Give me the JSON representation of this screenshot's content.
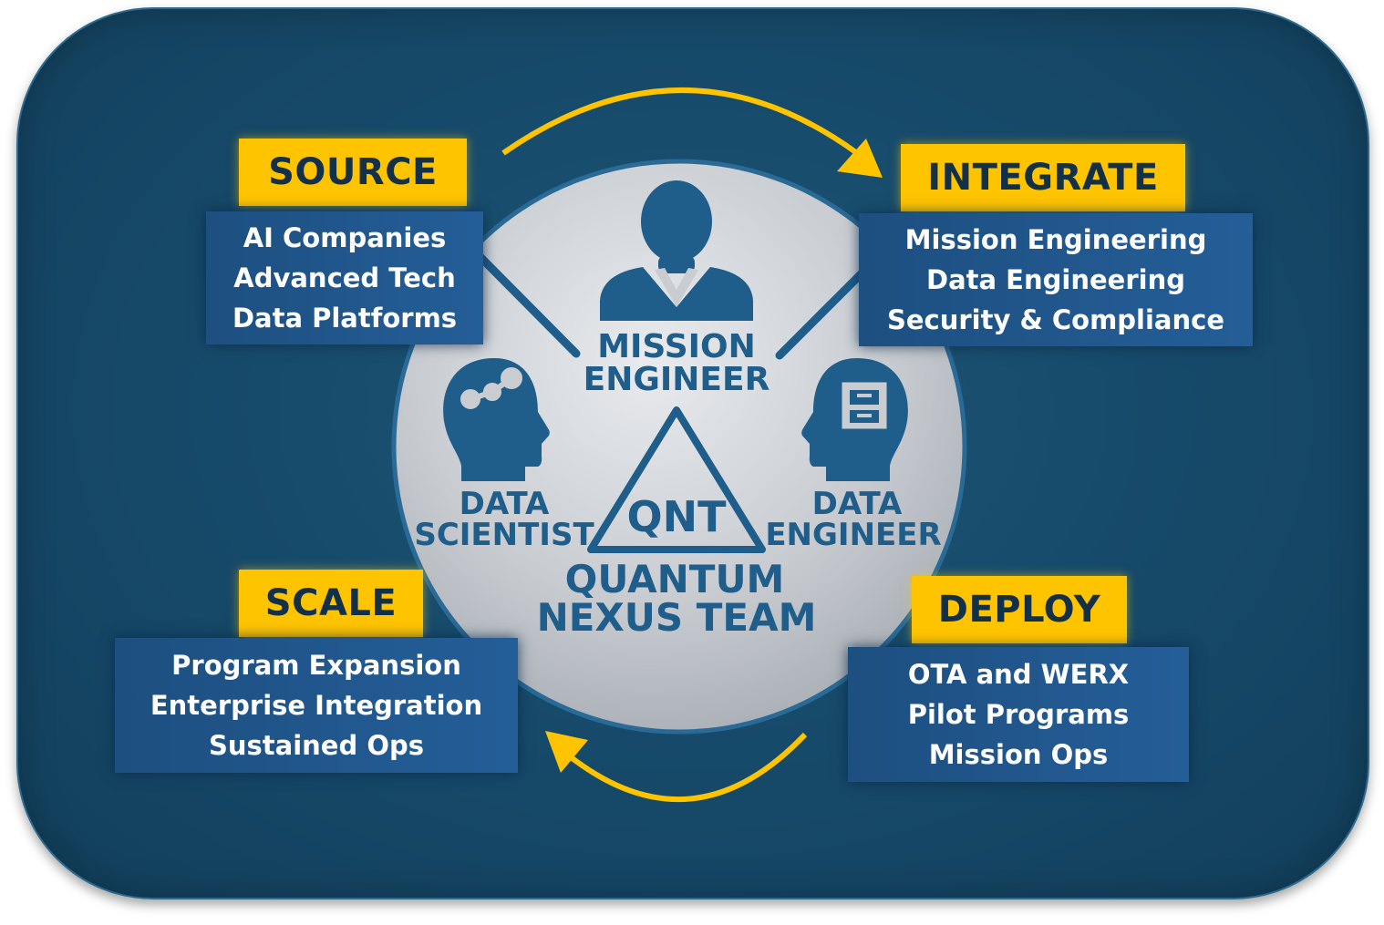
{
  "center": {
    "acronym": "QNT",
    "team_line1": "QUANTUM",
    "team_line2": "NEXUS TEAM"
  },
  "roles": {
    "mission_engineer": {
      "line1": "MISSION",
      "line2": "ENGINEER",
      "icon": "person-icon"
    },
    "data_scientist": {
      "line1": "DATA",
      "line2": "SCIENTIST",
      "icon": "head-network-icon"
    },
    "data_engineer": {
      "line1": "DATA",
      "line2": "ENGINEER",
      "icon": "head-server-icon"
    }
  },
  "stages": {
    "source": {
      "label": "SOURCE",
      "items": [
        "AI Companies",
        "Advanced Tech",
        "Data Platforms"
      ]
    },
    "integrate": {
      "label": "INTEGRATE",
      "items": [
        "Mission Engineering",
        "Data Engineering",
        "Security & Compliance"
      ]
    },
    "scale": {
      "label": "SCALE",
      "items": [
        "Program Expansion",
        "Enterprise Integration",
        "Sustained Ops"
      ]
    },
    "deploy": {
      "label": "DEPLOY",
      "items": [
        "OTA and WERX",
        "Pilot Programs",
        "Mission Ops"
      ]
    }
  },
  "colors": {
    "background": "#174b6b",
    "accent": "#ffc400",
    "box": "#245e98",
    "icon": "#1f5d8a",
    "circle": "#c9cdd2"
  }
}
